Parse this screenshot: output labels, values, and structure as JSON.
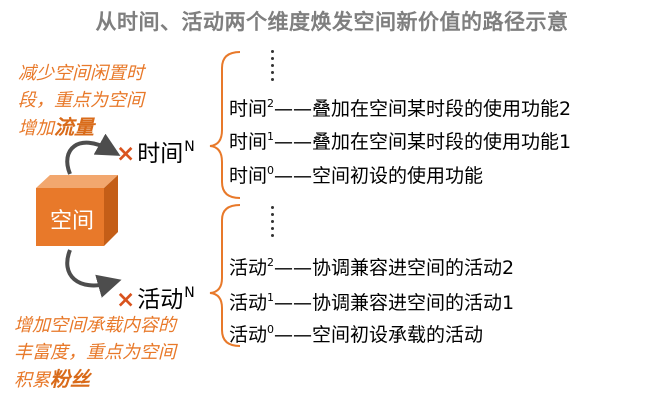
{
  "title": "从时间、活动两个维度焕发空间新价值的路径示意",
  "colors": {
    "orange": "#e8792a",
    "cube_front": "#e8792a",
    "cube_top": "#f2a76e",
    "cube_side": "#c45e17",
    "cross": "#d9531e",
    "brace": "#e8792a"
  },
  "cube": {
    "label": "空间"
  },
  "note_top": {
    "line1": "减少空间闲置时",
    "line2": "段，重点为空间",
    "line3_prefix": "增加",
    "line3_em": "流量"
  },
  "note_bottom": {
    "line1": "增加空间承载内容的",
    "line2": "丰富度，重点为空间",
    "line3_prefix": "积累",
    "line3_em": "粉丝"
  },
  "time_axis": {
    "cross": "×",
    "label": "时间",
    "sup": "N"
  },
  "activity_axis": {
    "cross": "×",
    "label": "活动",
    "sup": "N"
  },
  "time_rows": [
    {
      "term": "时间",
      "sup": "2",
      "text": "——叠加在空间某时段的使用功能2"
    },
    {
      "term": "时间",
      "sup": "1",
      "text": "——叠加在空间某时段的使用功能1"
    },
    {
      "term": "时间",
      "sup": "0",
      "text": "——空间初设的使用功能"
    }
  ],
  "activity_rows": [
    {
      "term": "活动",
      "sup": "2",
      "text": "——协调兼容进空间的活动2"
    },
    {
      "term": "活动",
      "sup": "1",
      "text": "——协调兼容进空间的活动1"
    },
    {
      "term": "活动",
      "sup": "0",
      "text": "——空间初设承载的活动"
    }
  ]
}
